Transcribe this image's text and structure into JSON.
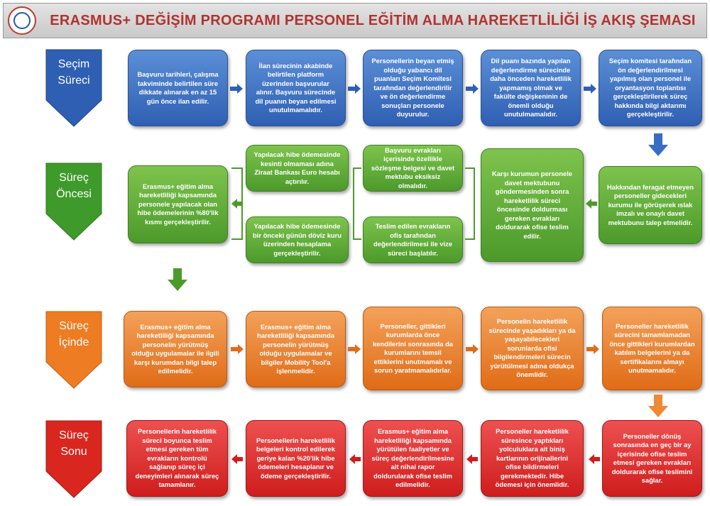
{
  "header": {
    "title": "ERASMUS+ DEĞİŞİM PROGRAMI PERSONEL EĞİTİM ALMA HAREKETLİLİĞİ İŞ AKIŞ ŞEMASI",
    "logo_icon": "university-seal-icon"
  },
  "colors": {
    "blue": "#2f5fb3",
    "green": "#4c9a2b",
    "orange": "#e06c17",
    "red": "#cf1d1d"
  },
  "stages": {
    "secim": {
      "line1": "Seçim",
      "line2": "Süreci"
    },
    "oncesi": {
      "line1": "Süreç",
      "line2": "Öncesi"
    },
    "icinde": {
      "line1": "Süreç",
      "line2": "İçinde"
    },
    "sonu": {
      "line1": "Süreç",
      "line2": "Sonu"
    }
  },
  "secim_boxes": [
    "Başvuru tarihleri, çalışma takviminde belirtilen süre dikkate alınarak en az 15 gün önce ilan edilir.",
    "İlan sürecinin akabinde belirtilen platform üzerinden başvurular alınır. Başvuru sürecinde dil puanın beyan edilmesi unutulmamalıdır.",
    "Personellerin beyan etmiş olduğu yabancı dil puanları Seçim Komitesi tarafından değerlendirilir ve ön değerlendirme sonuçları personele duyurulur.",
    "Dil puanı bazında yapılan değerlendirme sürecinde daha önceden hareketlilik yapmamış olmak ve fakülte değişkeninin de önemli olduğu unutulmamalıdır.",
    "Seçim komitesi tarafından ön değerlendirilmesi yapılmış olan personel ile oryantasyon toplantısı gerçekleştirilerek süreç hakkında bilgi aktarımı gerçekleştirilir."
  ],
  "oncesi_boxes": {
    "feragat": "Hakkından feragat etmeyen personeller gidecekleri kurumu ile görüşerek ıslak imzalı ve onaylı davet mektubunu talep etmelidir.",
    "davet": "Karşı kurumun personele davet mektubunu göndermesinden sonra hareketlilik süreci öncesinde doldurması gereken evrakları doldurarak ofise teslim edilir.",
    "basvuru_evrak": "Başvuru evrakları içerisinde özellikle sözleşme belgesi ve davet mektubu eksiksiz olmalıdır.",
    "teslim": "Teslim edilen evrakların ofis tarafından değerlendirilmesi ile vize süreci başlatılır.",
    "kesinti": "Yapılacak hibe ödemesinde kesinti olmaması adına Ziraat Bankası Euro hesabı açtırılır.",
    "doviz": "Yapılacak hibe ödemesinde bir önceki günün döviz kuru üzerinden hesaplama gerçekleştirilir.",
    "yuzde80": "Erasmus+ eğitim alma hareketliliği kapsamında personele yapılacak olan hibe ödemelerinin %80'lik kısmı gerçekleştirilir."
  },
  "icinde_boxes": [
    "Erasmus+ eğitim alma hareketliliği kapsamında personelin yürütmüş olduğu uygulamalar ile ilgili karşı kurumdan bilgi talep edilmelidir.",
    "Erasmus+ eğitim alma hareketliliği kapsamında personelin yürütmüş olduğu uygulamalar ve bilgiler Mobility Tool'a işlenmelidir.",
    "Personeller, gittikleri kurumlarda önce kendilerini sonrasında da kurumlarını temsil ettiklerini unutmamalı ve sorun yaratmamalıdırlar.",
    "Personelin hareketlilik sürecinde yaşadıkları ya da yaşayabilecekleri sorunlarda ofisi bilgilendirmeleri sürecin yürütülmesi adına oldukça önemlidir.",
    "Personeller hareketlilik sürecini tamamlamadan önce gittikleri kurumlardan katılım belgelerini ya da sertifikalarını almayı unutmamalıdır."
  ],
  "sonu_boxes": [
    "Personellerin hareketlilik süreci boyunca teslim etmesi gereken tüm evrakların kontrolü sağlanıp süreç içi deneyimleri alınarak süreç tamamlanır.",
    "Personellerin hareketlilik belgeleri kontrol edilerek geriye kalan %20'lik hibe ödemeleri hesaplanır ve ödeme gerçekleştirilir.",
    "Erasmus+ eğitim alma hareketliliği kapsamında yürütülen faaliyetler ve süreç değerlendirilmesine ait nihai rapor doldurularak ofise teslim edilmelidir.",
    "Personeller hareketlilik süresince yaptıkları yolculuklara ait biniş kartlarının orijinallerini ofise bildirmeleri gerekmektedir. Hibe ödemesi için önemlidir.",
    "Personeller dönüş sonrasında en geç bir ay içerisinde ofise teslim etmesi gereken evrakları doldurarak ofise teslimini sağlar."
  ]
}
